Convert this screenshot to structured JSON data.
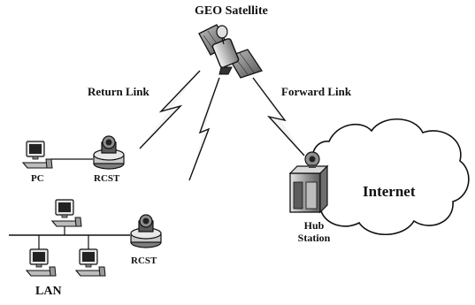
{
  "labels": {
    "satellite": "GEO Satellite",
    "return_link": "Return Link",
    "forward_link": "Forward Link",
    "pc": "PC",
    "rcst_top": "RCST",
    "rcst_bottom": "RCST",
    "lan": "LAN",
    "hub_line1": "Hub",
    "hub_line2": "Station",
    "internet": "Internet"
  },
  "icons": {
    "satellite": "satellite-icon",
    "pc": "computer-icon",
    "rcst": "satellite-terminal-icon",
    "hub": "hub-station-icon",
    "cloud": "cloud-icon",
    "link": "lightning-link-icon"
  },
  "colors": {
    "stroke": "#111111",
    "fill_light": "#d9d9d9",
    "fill_mid": "#9a9a9a",
    "fill_dark": "#3a3a3a",
    "background": "#ffffff"
  }
}
